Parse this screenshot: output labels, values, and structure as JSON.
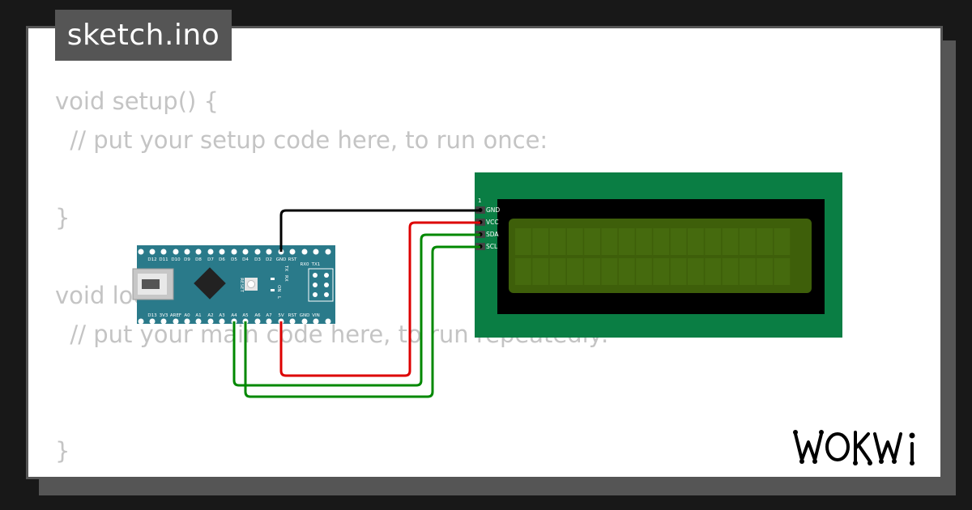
{
  "tab": {
    "label": "sketch.ino"
  },
  "code": {
    "lines": [
      "void setup() {",
      "  // put your setup code here, to run once:",
      "",
      "}",
      "",
      "void loop() {",
      "  // put your main code here, to run repeatedly:",
      "",
      "",
      "}"
    ]
  },
  "brand": {
    "name": "WOKWi"
  },
  "nano": {
    "top_pins": [
      "D12",
      "D11",
      "D10",
      "D9",
      "D8",
      "D7",
      "D6",
      "D5",
      "D4",
      "D3",
      "D2",
      "GND",
      "RST",
      "RX0",
      "TX1"
    ],
    "bottom_pins": [
      "D13",
      "3V3",
      "AREF",
      "A0",
      "A1",
      "A2",
      "A3",
      "A4",
      "A5",
      "A6",
      "A7",
      "5V",
      "RST",
      "GND",
      "VIN"
    ],
    "button_label": "RESET",
    "led_labels": [
      "TX",
      "RX",
      "ON",
      "L"
    ]
  },
  "lcd": {
    "pin1_label": "1",
    "pins": [
      "GND",
      "VCC",
      "SDA",
      "SCL"
    ]
  },
  "colors": {
    "wire_gnd": "#000000",
    "wire_vcc": "#dd0000",
    "wire_sda": "#008800",
    "wire_scl": "#008800",
    "nano_board": "#2a7a8a",
    "lcd_board": "#0a7e44",
    "lcd_screen": "#3e5f0a"
  }
}
